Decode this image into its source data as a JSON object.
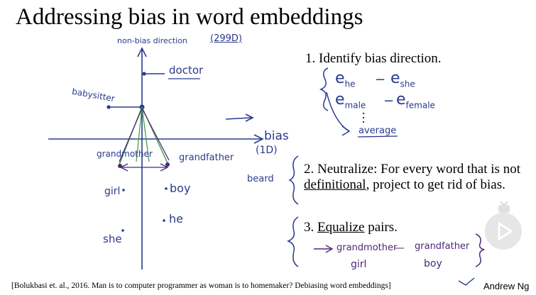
{
  "title": "Addressing bias in word embeddings",
  "steps": [
    "1. Identify bias direction.",
    "2. Neutralize: For every word that is not definitional, project to get rid of bias.",
    "3. Equalize pairs."
  ],
  "step2_parts": {
    "prefix": "2. Neutralize: For every word that is not ",
    "underlined": "definitional",
    "suffix": ", project to get rid of bias."
  },
  "step3_parts": {
    "prefix": "3. ",
    "underlined": "Equalize",
    "suffix": " pairs."
  },
  "handwriting": {
    "non_bias_direction": "non-bias direction",
    "dims": "(299D)",
    "doctor": "doctor",
    "babysitter": "babysitter",
    "bias": "bias",
    "bias_dim": "(1D)",
    "grandmother": "grandmother",
    "grandfather": "grandfather",
    "girl": "girl",
    "boy": "boy",
    "he": "he",
    "she": "she",
    "beard": "beard",
    "e_he": "e",
    "e_he_sub": "he",
    "e_she": "e",
    "e_she_sub": "she",
    "e_male": "e",
    "e_male_sub": "male",
    "e_female": "e",
    "e_female_sub": "female",
    "minus": "−",
    "average": "average",
    "pair_grandmother": "grandmother",
    "pair_grandfather": "grandfather",
    "pair_girl": "girl",
    "pair_boy": "boy",
    "dash": "—"
  },
  "citation": "[Bolukbasi et. al., 2016. Man is to computer programmer as woman is to homemaker? Debiasing word embeddings]",
  "author": "Andrew Ng",
  "icons": [
    "play-icon",
    "tv-icon"
  ],
  "colors": {
    "ink_blue": "#2a3a8e",
    "ink_purple": "#4a2a7a",
    "ink_green": "#3a9a3a",
    "text": "#000000"
  }
}
